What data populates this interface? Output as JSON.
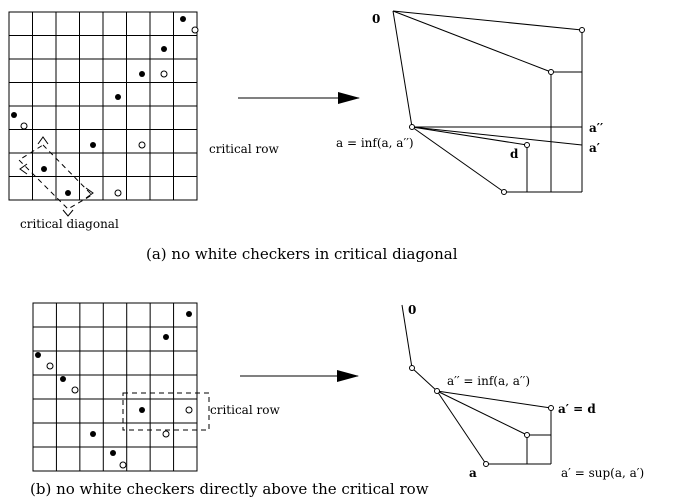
{
  "panel_a": {
    "caption": "(a) no white checkers in critical diagonal",
    "grid_label_row": "critical row",
    "grid_label_diagonal": "critical diagonal",
    "lattice": {
      "zero": "0",
      "a_eq": "a = inf(a, a′′)",
      "a_dd": "a′′",
      "a_d": "a′",
      "d": "d"
    }
  },
  "panel_b": {
    "caption": "(b) no white checkers directly above the critical row",
    "grid_label_row": "critical row",
    "lattice": {
      "zero": "0",
      "add_eq": "a′′ = inf(a, a′′)",
      "ad_eq_d": "a′ = d",
      "a": "a",
      "ad_sup": "a′ = sup(a, a′)"
    }
  }
}
